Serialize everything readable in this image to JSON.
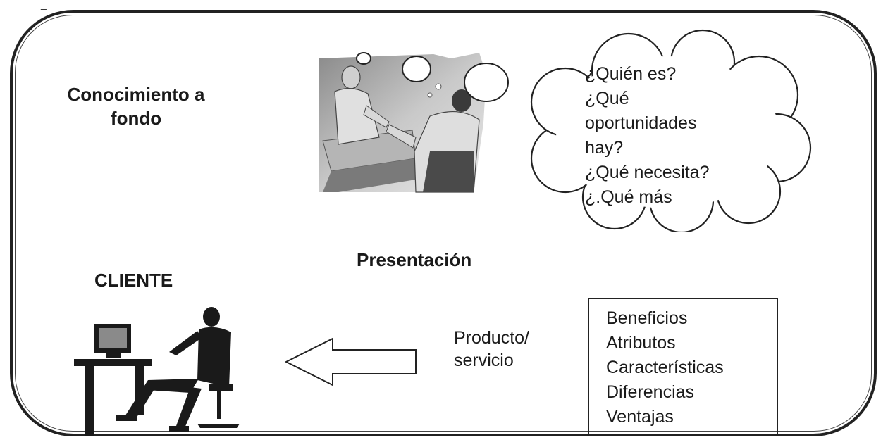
{
  "top_mark": "_",
  "conocimiento_label": "Conocimiento a fondo",
  "presentacion_label": "Presentación",
  "cliente_label": "CLIENTE",
  "cloud": {
    "lines": [
      "¿Quién es?",
      "¿Qué",
      "oportunidades",
      "hay?",
      "¿Qué necesita?",
      "¿.Qué más"
    ]
  },
  "producto_lines": [
    "Producto/",
    "servicio"
  ],
  "benefits": [
    "Beneficios",
    "Atributos",
    "Características",
    "Diferencias",
    "Ventajas"
  ],
  "icons": {
    "scene": "salesperson-meeting-icon",
    "cliente": "person-at-computer-icon",
    "arrow": "left-arrow-icon",
    "cloud": "thought-cloud-icon"
  }
}
